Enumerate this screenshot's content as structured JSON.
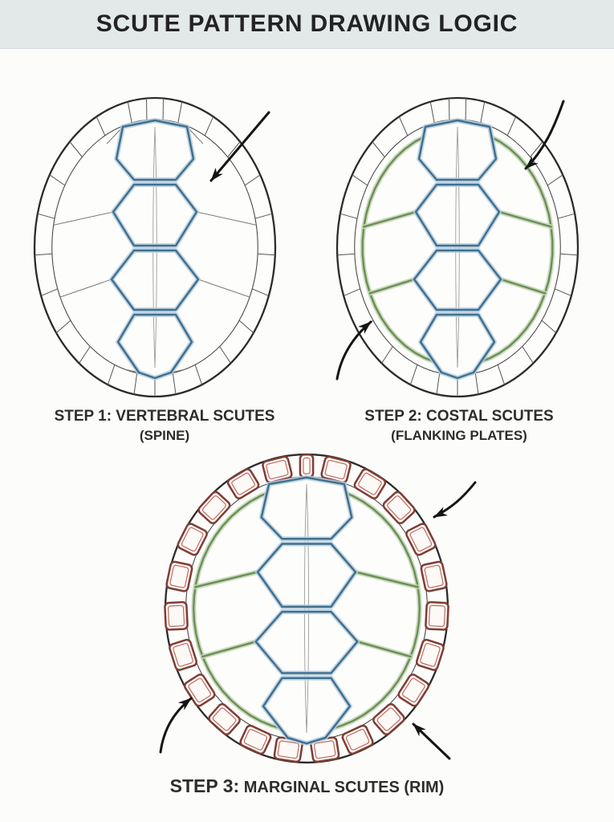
{
  "title": "SCUTE PATTERN DRAWING LOGIC",
  "steps": [
    {
      "label": "STEP 1: VERTEBRAL SCUTES",
      "sublabel": "(SPINE)"
    },
    {
      "label": "STEP 2: COSTAL SCUTES",
      "sublabel": "(FLANKING PLATES)"
    },
    {
      "label_prefix": "STEP 3:",
      "label_rest": " MARGINAL SCUTES (RIM)"
    }
  ],
  "figures": [
    {
      "name": "shell-with-vertebral-scutes",
      "arrow_count": 1
    },
    {
      "name": "shell-with-vertebral-and-costal-scutes",
      "arrow_count": 2
    },
    {
      "name": "shell-with-all-scutes-and-marginal-rim",
      "arrow_count": 3
    }
  ],
  "colors": {
    "banner_bg": "#e3e8e9",
    "page_bg": "#fcfcfa",
    "text_dark": "#232323",
    "outline_dark": "#2b2b2b",
    "rim_line": "#4a4a4a",
    "faint_divider": "#7a7a7a",
    "spine_gray": "#9c9c9c",
    "vertebral_blue": "#41708f",
    "vertebral_glow": "#b9cfdf",
    "costal_green": "#6a8f58",
    "costal_glow": "#c2d4b2",
    "marginal_red": "#7e3d35",
    "marginal_inner_red": "#c0685e",
    "marginal_fill": "#fcf9f6",
    "arrow_black": "#151515"
  }
}
